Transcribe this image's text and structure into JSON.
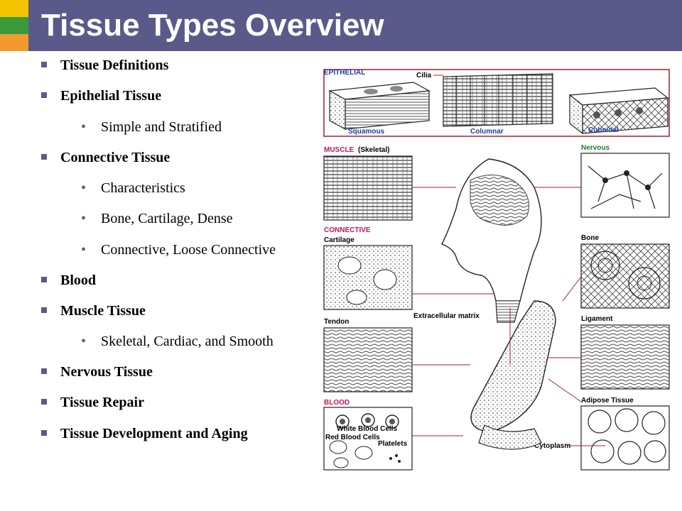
{
  "slide": {
    "title": "Tissue Types Overview"
  },
  "colors": {
    "title_bar": "#5a5a8a",
    "accent_yellow": "#f5c400",
    "accent_green": "#3a9a3a",
    "accent_orange": "#f29a2e",
    "label_blue": "#1c3ca8",
    "label_pink": "#c8145a",
    "label_green": "#1e7a2e"
  },
  "bullets": [
    {
      "text": "Tissue Definitions",
      "level": 1
    },
    {
      "text": "Epithelial Tissue",
      "level": 1
    },
    {
      "text": "Simple and Stratified",
      "level": 2
    },
    {
      "text": "Connective Tissue",
      "level": 1
    },
    {
      "text": "Characteristics",
      "level": 2
    },
    {
      "text": "Bone, Cartilage, Dense",
      "level": 2
    },
    {
      "text": "Connective, Loose Connective",
      "level": 2
    },
    {
      "text": "Blood",
      "level": 1
    },
    {
      "text": "Muscle Tissue",
      "level": 1
    },
    {
      "text": "Skeletal, Cardiac, and Smooth",
      "level": 2
    },
    {
      "text": "Nervous Tissue",
      "level": 1
    },
    {
      "text": "Tissue Repair",
      "level": 1
    },
    {
      "text": "Tissue Development and Aging",
      "level": 1
    }
  ],
  "figure": {
    "epithelial": "EPITHELIAL",
    "cilia": "Cilia",
    "squamous": "Squamous",
    "columnar": "Columnar",
    "cuboidal": "Cuboidal",
    "muscle": "MUSCLE",
    "skeletal": "(Skeletal)",
    "nervous": "Nervous",
    "connective": "CONNECTIVE",
    "cartilage": "Cartilage",
    "bone": "Bone",
    "extracellular_matrix": "Extracellular matrix",
    "tendon": "Tendon",
    "ligament": "Ligament",
    "blood": "BLOOD",
    "adipose_tissue": "Adipose Tissue",
    "white_blood_cells": "White Blood Cells",
    "red_blood_cells": "Red Blood Cells",
    "platelets": "Platelets",
    "cytoplasm": "Cytoplasm"
  }
}
